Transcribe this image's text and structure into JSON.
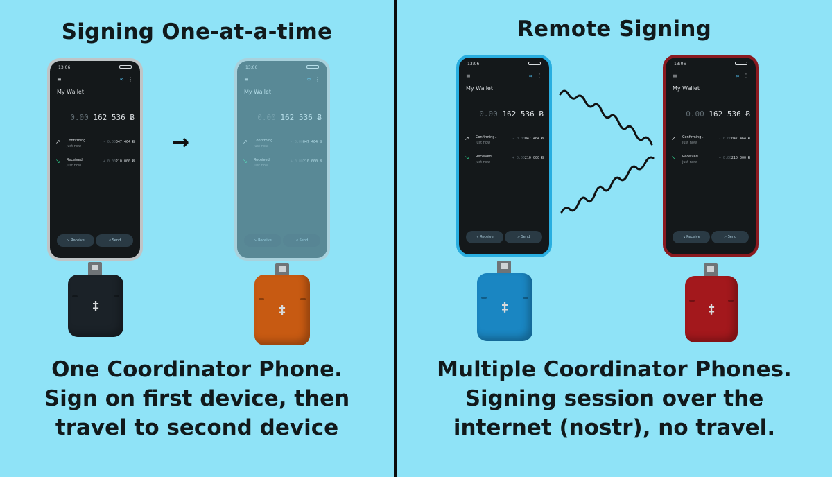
{
  "left": {
    "heading": "Signing One-at-a-time",
    "caption_lines": [
      "One Coordinator Phone.",
      "Sign on first device, then",
      "travel to second device"
    ]
  },
  "right": {
    "heading": "Remote Signing",
    "caption_lines": [
      "Multiple Coordinator Phones.",
      "Signing session over the",
      "internet (nostr), no travel."
    ]
  },
  "flow_arrow": "→",
  "device_logo": "‡",
  "phone_screen": {
    "time": "13:06",
    "menu_icon": "≡",
    "link_icon": "∞",
    "more_icon": "⋮",
    "wallet_title": "My Wallet",
    "balance_dim": "0.00",
    "balance_main": "162 536 Ƀ",
    "transactions": [
      {
        "label": "Confirming..",
        "sub": "just now",
        "amount_dim": "- 0.00",
        "amount_main": "047 464 Ƀ",
        "icon": "↗",
        "icon_name": "arrow-up-right-icon"
      },
      {
        "label": "Received",
        "sub": "just now",
        "amount_dim": "+ 0.00",
        "amount_main": "210 000 Ƀ",
        "icon": "↘",
        "icon_name": "arrow-down-right-icon"
      }
    ],
    "receive_label": "↘  Receive",
    "send_label": "↗  Send"
  },
  "colors": {
    "background": "#8fe3f7",
    "device_black": "#1b2228",
    "device_orange": "#c75a12",
    "device_blue": "#1a86c2",
    "device_red": "#a3181c",
    "phone_blue": "#29aee0",
    "phone_red": "#8a1a20"
  }
}
